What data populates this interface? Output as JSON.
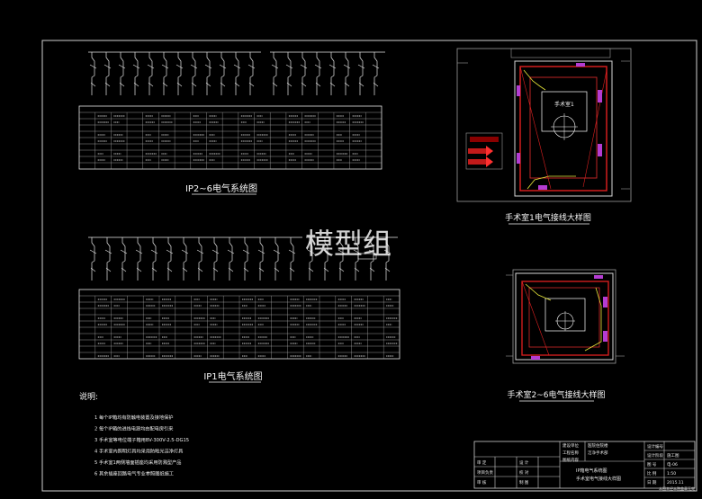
{
  "drawing": {
    "title_ip26": "IP2~6电气系统图",
    "title_ip1": "IP1电气系统图",
    "title_room1": "手术室1电气接线大样图",
    "title_room26": "手术室2~6电气接线大样图",
    "watermark": "模型组",
    "room1_label": "手术室1"
  },
  "notes": {
    "heading": "说明:",
    "items": [
      "1  每个IP箱均有防触电装置及接地保护",
      "2  每个IP箱的进线电源均由配电房引来",
      "3  手术室等电位端子箱用BV-300V-2.5-DG15",
      "4  手术室内照明灯具均采用防眩光洁净灯具",
      "5  手术室1两侧墙面插座均采用防溅型产品",
      "6  其余插座回路电气专业参照图纸施工"
    ]
  },
  "title_block": {
    "left_rows": [
      "审 定",
      "项目负责",
      "审 核"
    ],
    "left_rows2": [
      "设 计",
      "校 对",
      "制 图"
    ],
    "mid_labels": [
      "建设单位",
      "工程名称",
      "图纸内容"
    ],
    "mid_values": [
      "医院住院楼",
      "洁净手术部",
      ""
    ],
    "drawing_name": [
      "IP箱电气系统图",
      "手术室电气接线大样图"
    ],
    "right_labels": [
      "设计编号",
      "设计阶段",
      "图 号",
      "比 例",
      "日 期"
    ],
    "right_values": [
      "",
      "施工图",
      "电-06",
      "1:50",
      "2015.11"
    ],
    "footer": "本图未经本院盖章无效"
  }
}
